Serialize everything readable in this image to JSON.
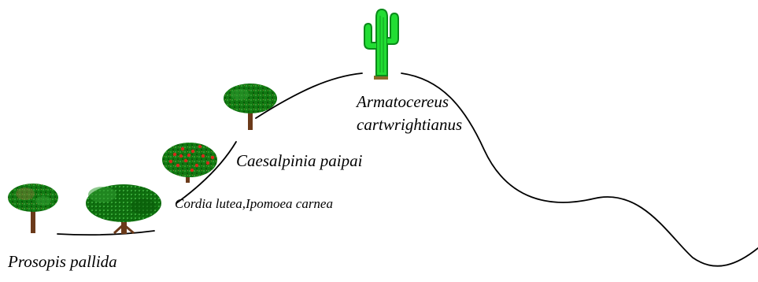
{
  "labels": {
    "prosopis": "Prosopis pallida",
    "cordia": "Cordia lutea,Ipomoea carnea",
    "caesalpinia": "Caesalpinia paipai",
    "armatocereus_line1": "Armatocereus",
    "armatocereus_line2": "cartwrightianus"
  },
  "icons": {
    "prosopis_tree": "tree-icon",
    "prosopis_large_tree": "tree-icon",
    "cordia_tree": "flowering-tree-icon",
    "caesalpinia_tree": "tree-icon",
    "cactus": "cactus-icon"
  },
  "colors": {
    "terrain_line": "#000000",
    "canopy_dark": "#0d6b0d",
    "canopy_light": "#2f9a2f",
    "canopy_shade": "#8a7a3a",
    "flower_red": "#d42a1a",
    "trunk": "#6b3a1a",
    "cactus_green": "#22dd33",
    "cactus_outline": "#0a8a1a"
  }
}
